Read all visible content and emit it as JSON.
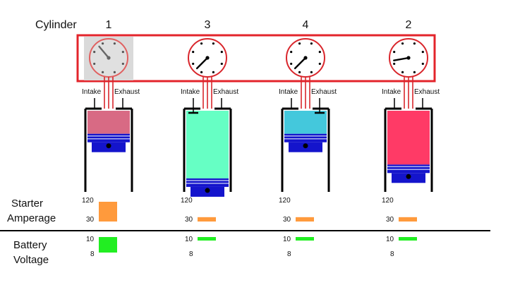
{
  "header": {
    "cylinder_label": "Cylinder"
  },
  "cylinders": [
    {
      "number": "1",
      "intake": "Intake",
      "exhaust": "Exhaust",
      "dial_highlighted": true,
      "dial_angle_deg": -40,
      "chamber_color": "#d86a84",
      "chamber_fill": 0.3,
      "intake_valve_open": false,
      "exhaust_valve_open": false,
      "amperage": {
        "top": "120",
        "bottom": "30",
        "level": 1.0
      },
      "voltage": {
        "top": "10",
        "bottom": "8",
        "level": 1.0
      }
    },
    {
      "number": "3",
      "intake": "Intake",
      "exhaust": "Exhaust",
      "dial_highlighted": false,
      "dial_angle_deg": 225,
      "chamber_color": "#66ffc4",
      "chamber_fill": 0.88,
      "intake_valve_open": true,
      "exhaust_valve_open": false,
      "amperage": {
        "top": "120",
        "bottom": "30",
        "level": 0.22
      },
      "voltage": {
        "top": "10",
        "bottom": "8",
        "level": 0.22
      }
    },
    {
      "number": "4",
      "intake": "Intake",
      "exhaust": "Exhaust",
      "dial_highlighted": false,
      "dial_angle_deg": 225,
      "chamber_color": "#44c8dc",
      "chamber_fill": 0.3,
      "intake_valve_open": false,
      "exhaust_valve_open": true,
      "amperage": {
        "top": "120",
        "bottom": "30",
        "level": 0.22
      },
      "voltage": {
        "top": "10",
        "bottom": "8",
        "level": 0.22
      }
    },
    {
      "number": "2",
      "intake": "Intake",
      "exhaust": "Exhaust",
      "dial_highlighted": false,
      "dial_angle_deg": 260,
      "chamber_color": "#ff3a66",
      "chamber_fill": 0.7,
      "intake_valve_open": false,
      "exhaust_valve_open": false,
      "amperage": {
        "top": "120",
        "bottom": "30",
        "level": 0.22
      },
      "voltage": {
        "top": "10",
        "bottom": "8",
        "level": 0.22
      }
    }
  ],
  "meters": {
    "starter_amperage": {
      "line1": "Starter",
      "line2": "Amperage"
    },
    "battery_voltage": {
      "line1": "Battery",
      "line2": "Voltage"
    }
  },
  "colors": {
    "frame": "#e3242b",
    "dial_ring": "#d9262c",
    "piston": "#1414cc",
    "ring_stripe": "#b0b6ee",
    "amperage_bar": "#ff9a3c",
    "voltage_bar": "#22ee22",
    "dial_highlight_bg": "#dadada",
    "dial_highlight_ring": "#e06060"
  }
}
